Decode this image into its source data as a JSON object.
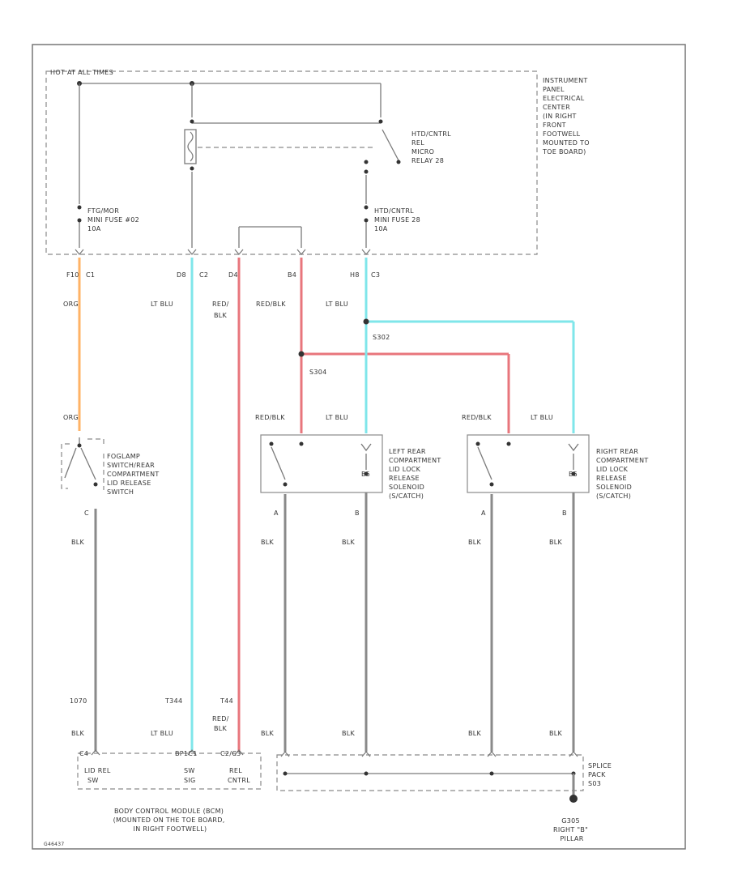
{
  "colors": {
    "background": "#ffffff",
    "border": "#777777",
    "orange_wire": "#ffb366",
    "lt_blu_wire": "#7fe6ea",
    "red_wire": "#e8767c",
    "dark_wire": "#8a8a8a"
  },
  "header": {
    "hot_label": "HOT AT ALL TIMES"
  },
  "ipec": {
    "label": [
      "INSTRUMENT",
      "PANEL",
      "ELECTRICAL",
      "CENTER",
      "(IN RIGHT",
      "FRONT",
      "FOOTWELL",
      "MOUNTED TO",
      "TOE BOARD)"
    ],
    "relay_label": [
      "HTD/CNTRL",
      "REL",
      "MICRO",
      "RELAY 28"
    ],
    "fuse_left": [
      "FTG/MOR",
      "MINI FUSE #02",
      "10A"
    ],
    "fuse_right": [
      "HTD/CNTRL",
      "MINI FUSE 28",
      "10A"
    ],
    "connectors": [
      "F10",
      "C1",
      "D8",
      "C2",
      "D4",
      "B4",
      "H8",
      "C3"
    ]
  },
  "wires": {
    "org_top": "ORG",
    "lt_blu_1": "LT BLU",
    "red_blk_1": [
      "RED/",
      "BLK"
    ],
    "red_blk_2": "RED/BLK",
    "lt_blu_2": "LT BLU",
    "splice_1": "S302",
    "splice_2": "S304",
    "org_switch": "ORG",
    "red_blk_left": "RED/BLK",
    "lt_blu_left": "LT BLU",
    "red_blk_right": "RED/BLK",
    "lt_blu_right": "LT BLU",
    "blk_labels": [
      "BLK",
      "BLK",
      "BLK",
      "BLK",
      "BLK"
    ],
    "pin_labels": [
      "C",
      "A",
      "B",
      "A",
      "B"
    ],
    "mid_connectors": [
      "1070",
      "T344",
      "T44"
    ],
    "red_blk_bottom": [
      "RED/",
      "BLK"
    ],
    "bottom_labels": [
      "BLK",
      "LT BLU",
      "BLK",
      "BLK",
      "BLK",
      "BLK"
    ]
  },
  "components": {
    "foglamp": [
      "FOGLAMP",
      "SWITCH/REAR",
      "COMPARTMENT",
      "LID RELEASE",
      "SWITCH"
    ],
    "left_solenoid": [
      "LEFT REAR",
      "COMPARTMENT",
      "LID LOCK",
      "RELEASE",
      "SOLENOID",
      "(S/CATCH)"
    ],
    "right_solenoid": [
      "RIGHT REAR",
      "COMPARTMENT",
      "LID LOCK",
      "RELEASE",
      "SOLENOID",
      "(S/CATCH)"
    ],
    "solenoid_pins": [
      "B5",
      "B5"
    ]
  },
  "bcm": {
    "connector_labels": [
      "C4",
      "BP1C1",
      "C2/C3"
    ],
    "pins": [
      [
        "LID REL",
        "SW"
      ],
      [
        "SW",
        "SIG"
      ],
      [
        "REL",
        "CNTRL"
      ]
    ],
    "label": [
      "BODY CONTROL MODULE (BCM)",
      "(MOUNTED ON THE TOE BOARD,",
      "IN RIGHT FOOTWELL)"
    ]
  },
  "splice_pack": {
    "label": [
      "SPLICE",
      "PACK",
      "S03"
    ]
  },
  "ground": {
    "label": [
      "G305",
      "RIGHT \"B\"",
      "PILLAR"
    ]
  },
  "footer": {
    "code": "G46437"
  }
}
